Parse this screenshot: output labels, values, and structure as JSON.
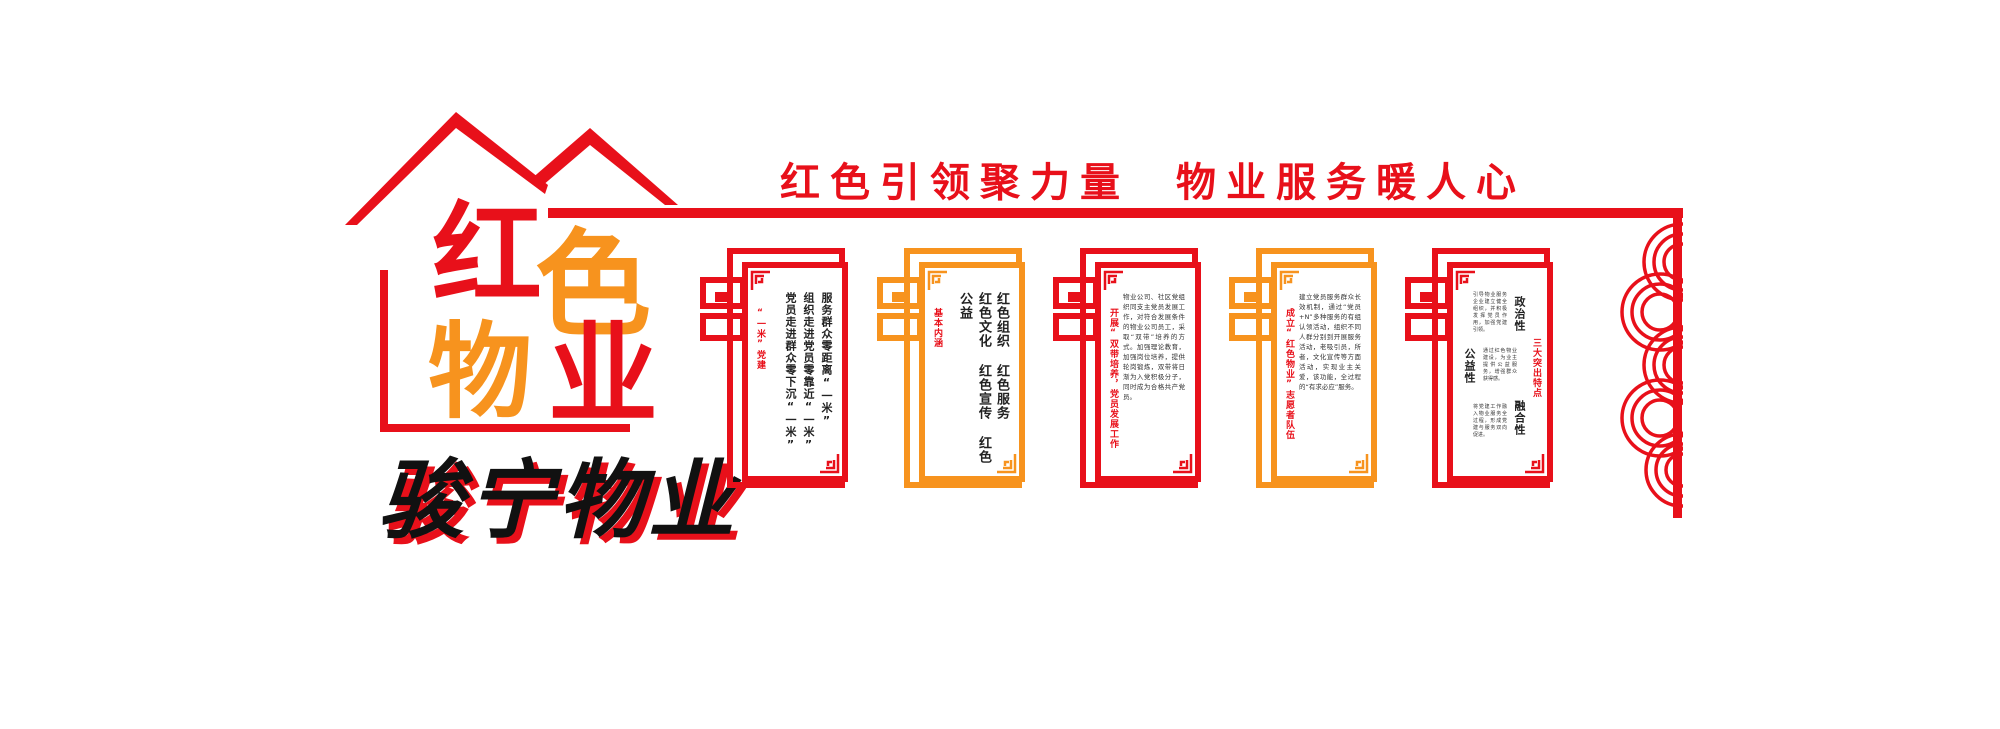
{
  "colors": {
    "red": "#e8101a",
    "orange": "#f7931e",
    "dark": "#111111"
  },
  "slogan": {
    "part1": "红色引领聚力量",
    "part2": "物业服务暖人心"
  },
  "logo": {
    "char1": "红",
    "char2": "色",
    "char3": "物",
    "char4": "业",
    "brand": "骏宁物业"
  },
  "panels": [
    {
      "color": "red",
      "tag": "“一米”党建",
      "lines": [
        "服务群众零距离“一米”",
        "组织走进党员零靠近“一米”",
        "党员走进群众零下沉“一米”"
      ]
    },
    {
      "color": "orange",
      "tag": "基本内涵",
      "lines": [
        "红色组织  红色服务",
        "红色文化  红色宣传  红色公益"
      ]
    },
    {
      "color": "red",
      "tag": "开展“双带培养，党员发展工作",
      "body": "物业公司、社区党组织同支主党员发展工作，对符合发展条件的物业公司员工，采取“双带”培养的方式。加强理论教育，加强岗位培养，提供轮岗锻炼，双带将日渐为入党积极分子，同时成为合格共产党员。"
    },
    {
      "color": "orange",
      "tag": "成立“红色物业”志愿者队伍",
      "body": "建立党员服务群众长效机制，通过“党员+N”多种服务的有组认领活动，组织不同人群分别到开展服务活动，老吸引员，所者，文化宣传等方面活动，实现业主关爱，该功能，全过程的“有求必应”服务。"
    },
    {
      "color": "red",
      "tag": "三大突出特点",
      "heads": [
        "政治性",
        "公益性",
        "融合性"
      ],
      "texts": [
        "引导物业服务企业建立健全组织，并积极发挥党员作用，加强党建引领。",
        "通过红色物业建设，为业主提供公益服务，增强群众获得感。",
        "将党建工作融入物业服务全过程，形成党建与服务双向促进。"
      ]
    }
  ]
}
